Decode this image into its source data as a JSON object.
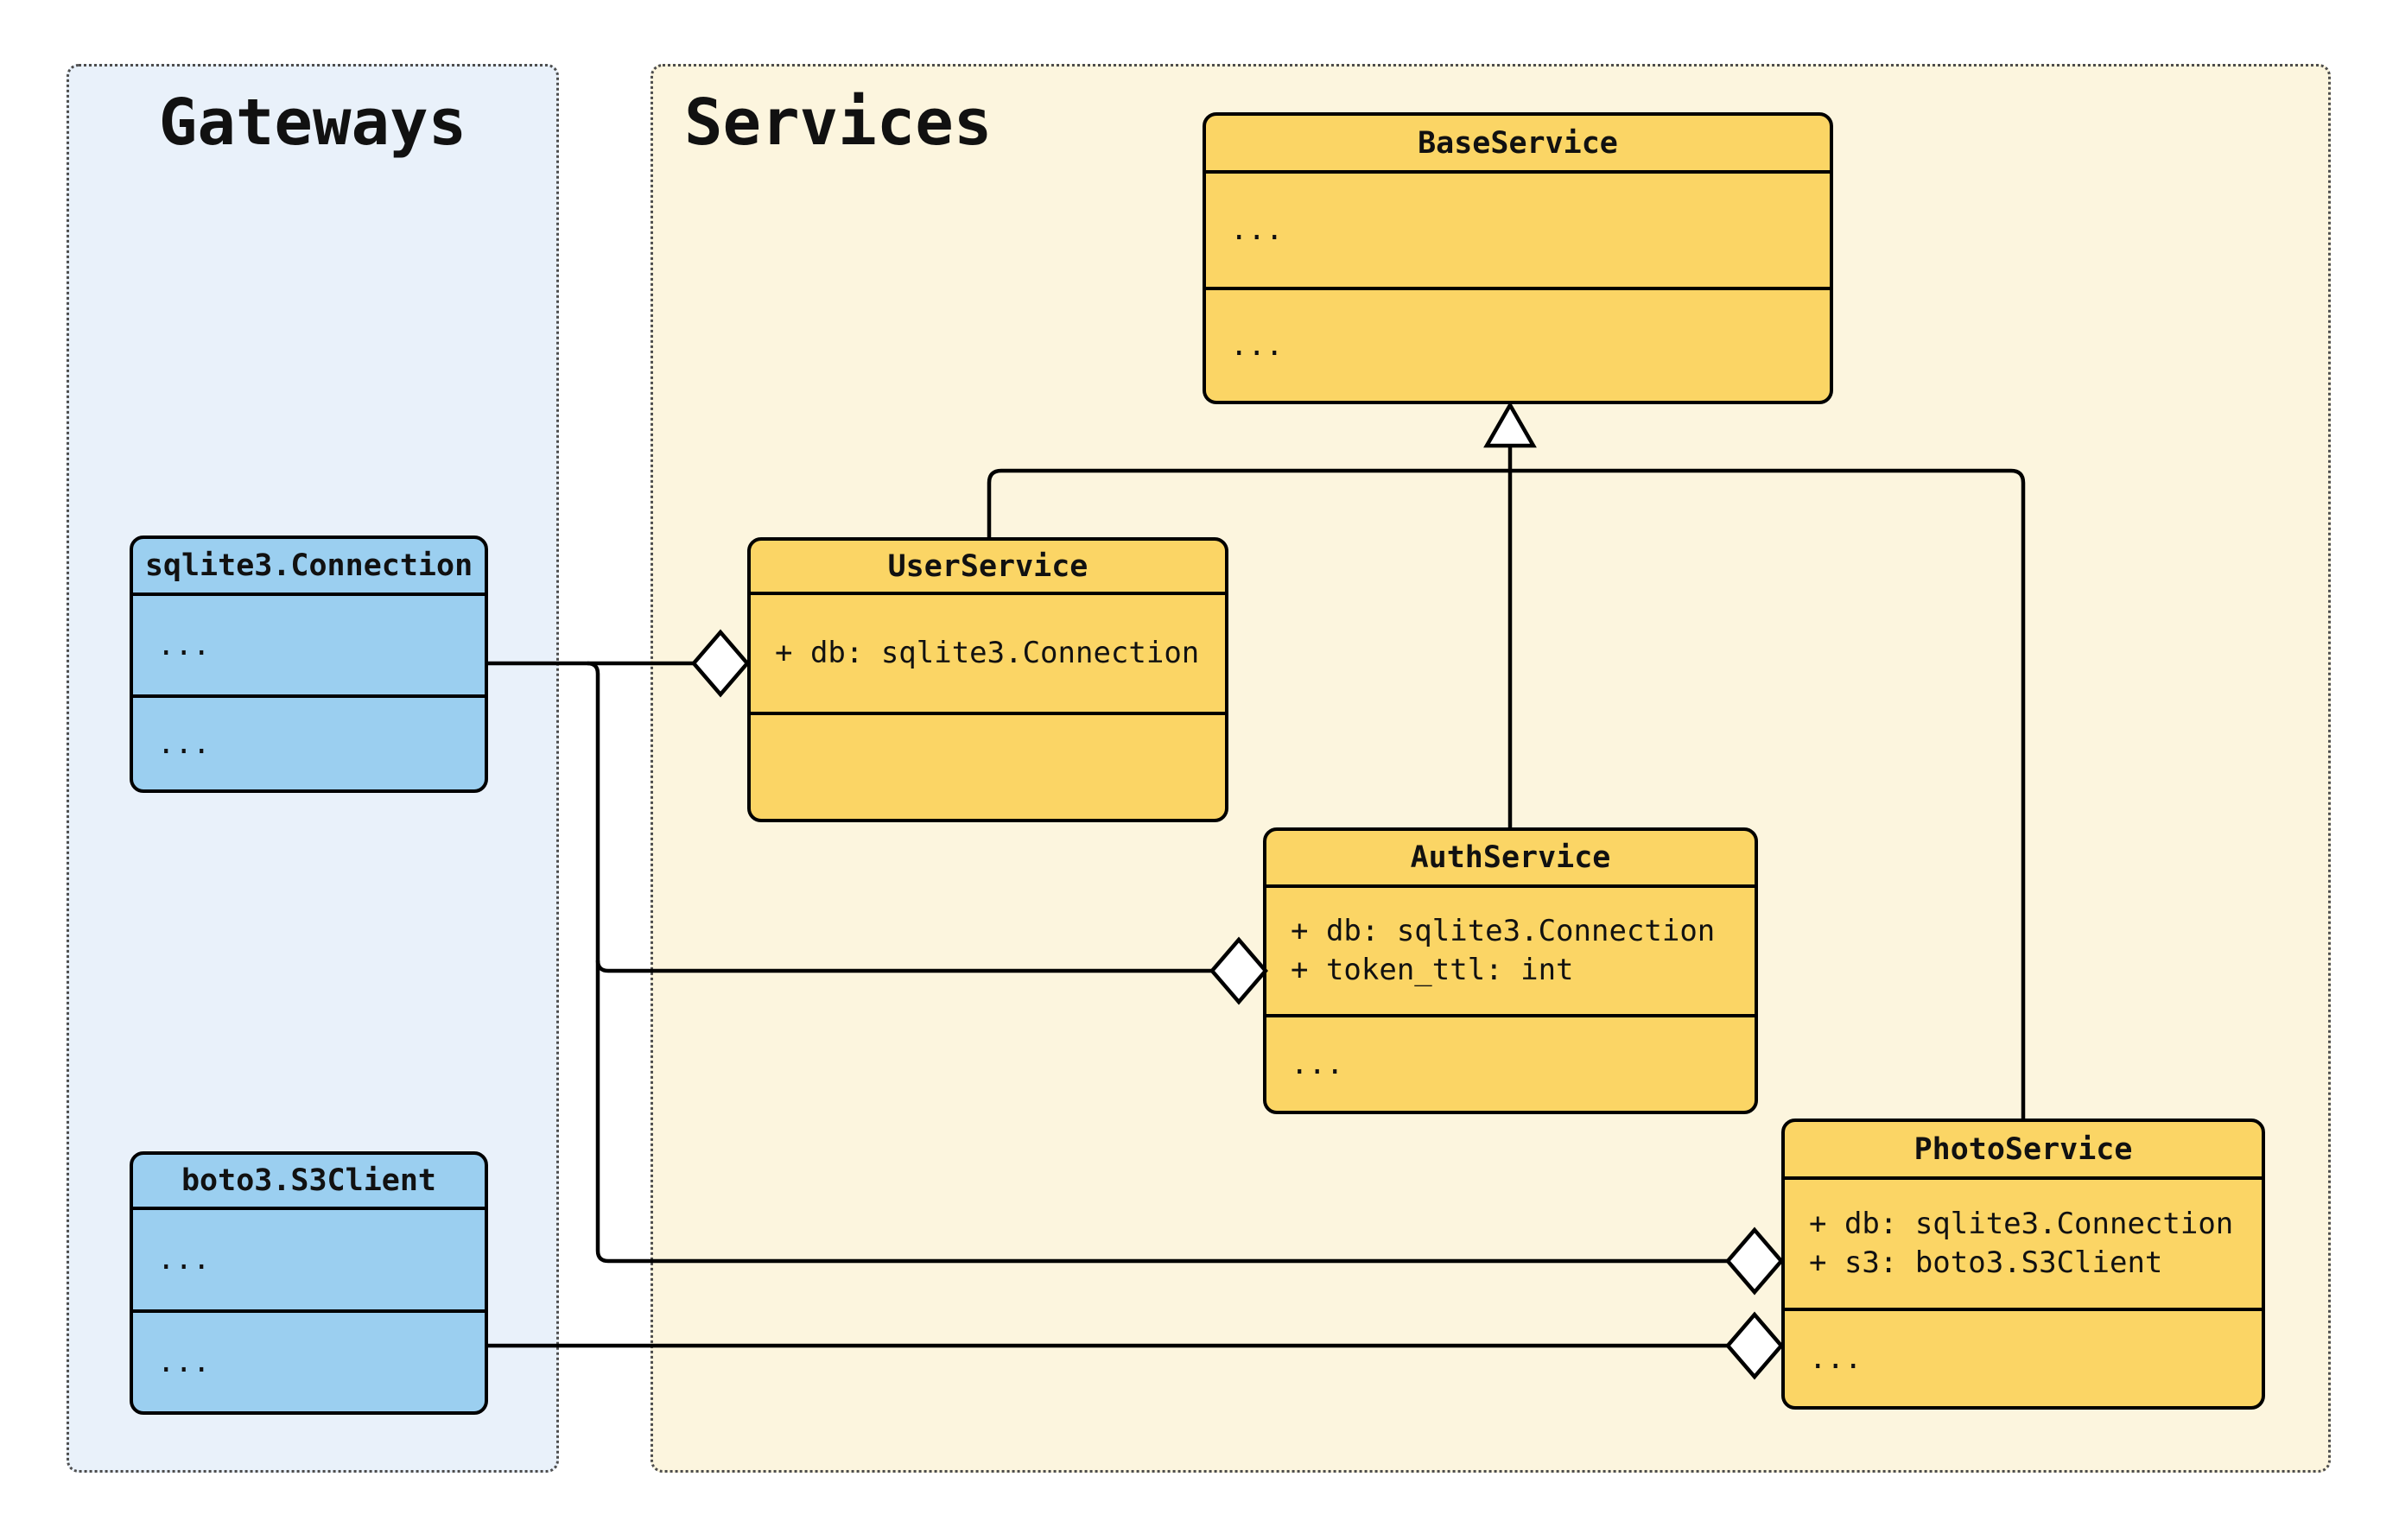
{
  "groups": {
    "gateways": {
      "title": "Gateways",
      "bg": "#e9f1fa"
    },
    "services": {
      "title": "Services",
      "bg": "#fcf5de"
    }
  },
  "classes": {
    "sqlite": {
      "name": "sqlite3.Connection",
      "attributes": [
        "..."
      ],
      "methods": [
        "..."
      ]
    },
    "boto3": {
      "name": "boto3.S3Client",
      "attributes": [
        "..."
      ],
      "methods": [
        "..."
      ]
    },
    "base": {
      "name": "BaseService",
      "attributes": [
        "..."
      ],
      "methods": [
        "..."
      ]
    },
    "user": {
      "name": "UserService",
      "attributes": [
        "+ db: sqlite3.Connection"
      ],
      "methods": []
    },
    "auth": {
      "name": "AuthService",
      "attributes": [
        "+ db: sqlite3.Connection",
        "+ token_ttl: int"
      ],
      "methods": [
        "..."
      ]
    },
    "photo": {
      "name": "PhotoService",
      "attributes": [
        "+ db: sqlite3.Connection",
        "+ s3: boto3.S3Client"
      ],
      "methods": [
        "..."
      ]
    }
  },
  "relationships": {
    "inheritance": [
      {
        "from": "UserService",
        "to": "BaseService"
      },
      {
        "from": "AuthService",
        "to": "BaseService"
      },
      {
        "from": "PhotoService",
        "to": "BaseService"
      }
    ],
    "aggregations": [
      {
        "owner": "UserService",
        "part": "sqlite3.Connection",
        "attribute": "db"
      },
      {
        "owner": "AuthService",
        "part": "sqlite3.Connection",
        "attribute": "db"
      },
      {
        "owner": "PhotoService",
        "part": "sqlite3.Connection",
        "attribute": "db"
      },
      {
        "owner": "PhotoService",
        "part": "boto3.S3Client",
        "attribute": "s3"
      }
    ]
  },
  "colors": {
    "service_class_fill": "#fbd565",
    "gateway_class_fill": "#9bcff0",
    "services_group_bg": "#fcf5de",
    "gateways_group_bg": "#e9f1fa",
    "line": "#000000",
    "group_border": "#4d4d4d"
  }
}
